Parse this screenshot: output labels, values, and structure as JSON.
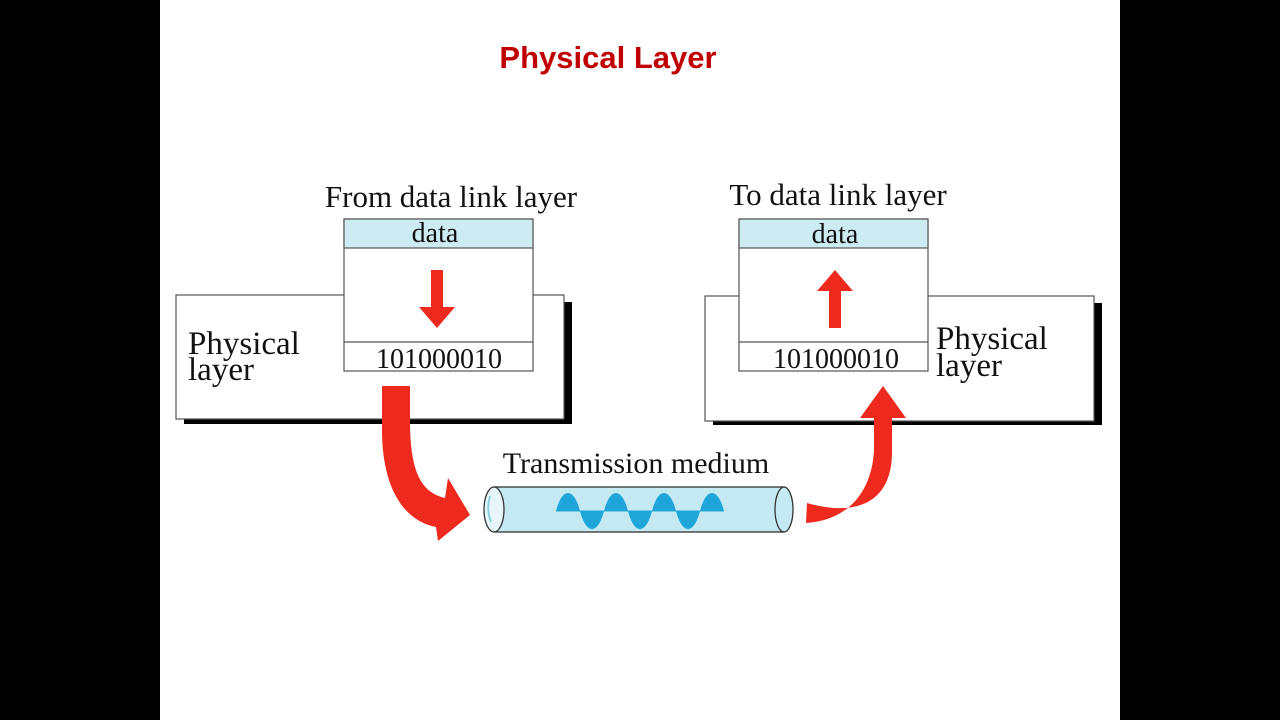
{
  "slide": {
    "title": "Physical Layer",
    "title_color": "#C00000"
  },
  "sender": {
    "heading": "From data link layer",
    "data_label": "data",
    "bits": "101000010",
    "layer_label_line1": "Physical",
    "layer_label_line2": "layer",
    "arrow_icon": "down-arrow-icon"
  },
  "receiver": {
    "heading": "To data link layer",
    "data_label": "data",
    "bits": "101000010",
    "layer_label_line1": "Physical",
    "layer_label_line2": "layer",
    "arrow_icon": "up-arrow-icon"
  },
  "medium": {
    "label": "Transmission medium",
    "icon": "cable-tube-icon",
    "wave_icon": "signal-wave-icon"
  },
  "colors": {
    "arrow": "#EE2A1E",
    "data_cell": "#CDEBF2",
    "tube": "#C5E9F3",
    "wave": "#1EA6D8",
    "shadow": "#000000"
  }
}
